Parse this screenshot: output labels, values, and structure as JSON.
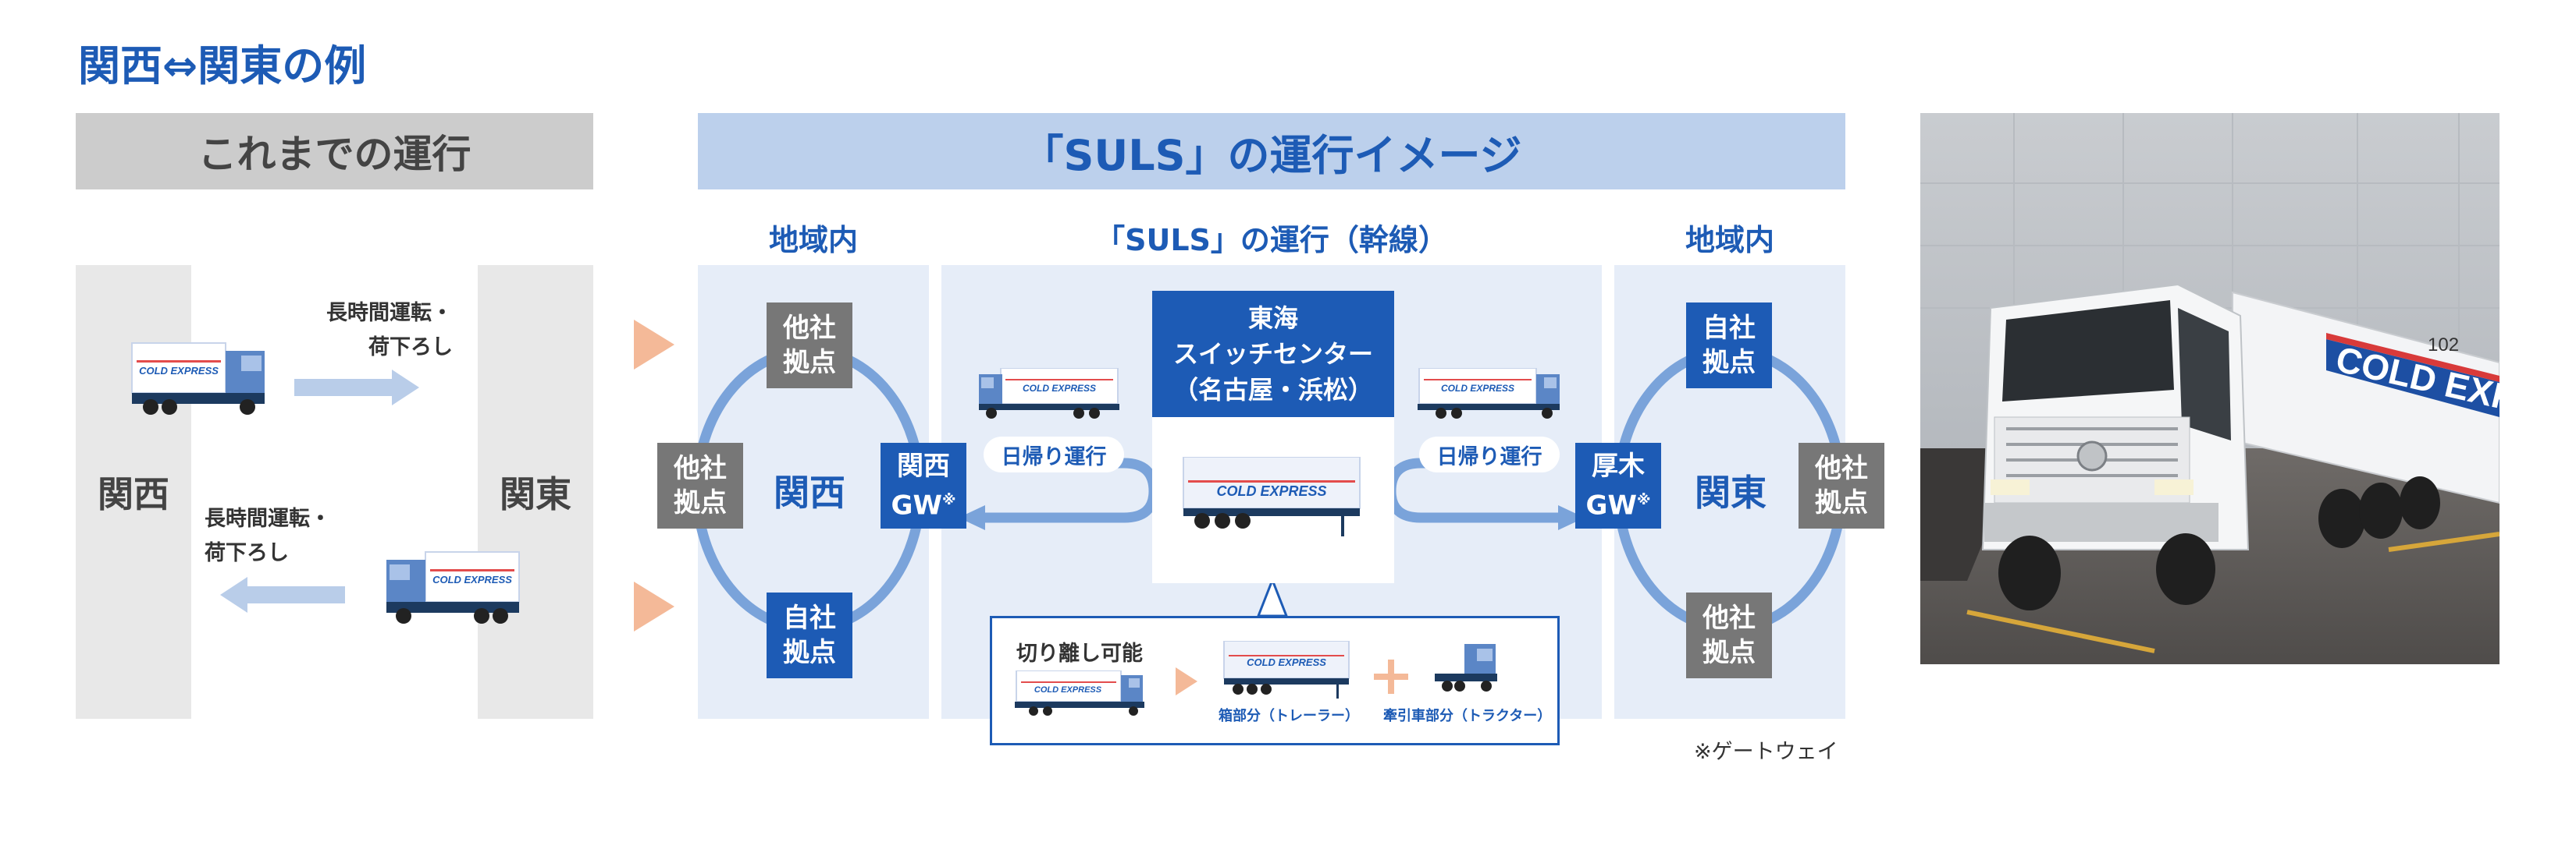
{
  "title": "関西⇔関東の例",
  "left_panel": {
    "header": "これまでの運行",
    "origin": "関西",
    "destination": "関東",
    "trip_out": [
      "長時間運転・",
      "荷下ろし"
    ],
    "trip_back": [
      "長時間運転・",
      "荷下ろし"
    ]
  },
  "suls": {
    "header": "「SULS」の運行イメージ",
    "left_region_header": "地域内",
    "trunk_header": "「SULS」の運行（幹線）",
    "right_region_header": "地域内",
    "left_region": {
      "name": "関西",
      "base_top": [
        "他社",
        "拠点"
      ],
      "base_left": [
        "他社",
        "拠点"
      ],
      "base_bottom": [
        "自社",
        "拠点"
      ],
      "gateway": [
        "関西",
        "GW"
      ],
      "gateway_mark": "※"
    },
    "right_region": {
      "name": "関東",
      "base_top": [
        "自社",
        "拠点"
      ],
      "base_right": [
        "他社",
        "拠点"
      ],
      "base_bottom": [
        "他社",
        "拠点"
      ],
      "gateway": [
        "厚木",
        "GW"
      ],
      "gateway_mark": "※"
    },
    "day_trip_left": "日帰り運行",
    "day_trip_right": "日帰り運行",
    "center": [
      "東海",
      "スイッチセンター",
      "（名古屋・浜松）"
    ],
    "detach": {
      "label": "切り離し可能",
      "trailer_label": "箱部分（トレーラー）",
      "tractor_label": "牽引車部分（トラクター）"
    },
    "footnote": "※ゲートウェイ"
  },
  "truck_brand": "COLD EXPRESS",
  "photo": {
    "brand": "COLD EXPRESS",
    "dock_number": "102"
  },
  "colors": {
    "primary_blue": "#1d5bb5",
    "light_blue": "#bcd0ec",
    "pale_blue": "#e6edf8",
    "gray": "#777777",
    "arrow_orange": "#f4b998"
  }
}
